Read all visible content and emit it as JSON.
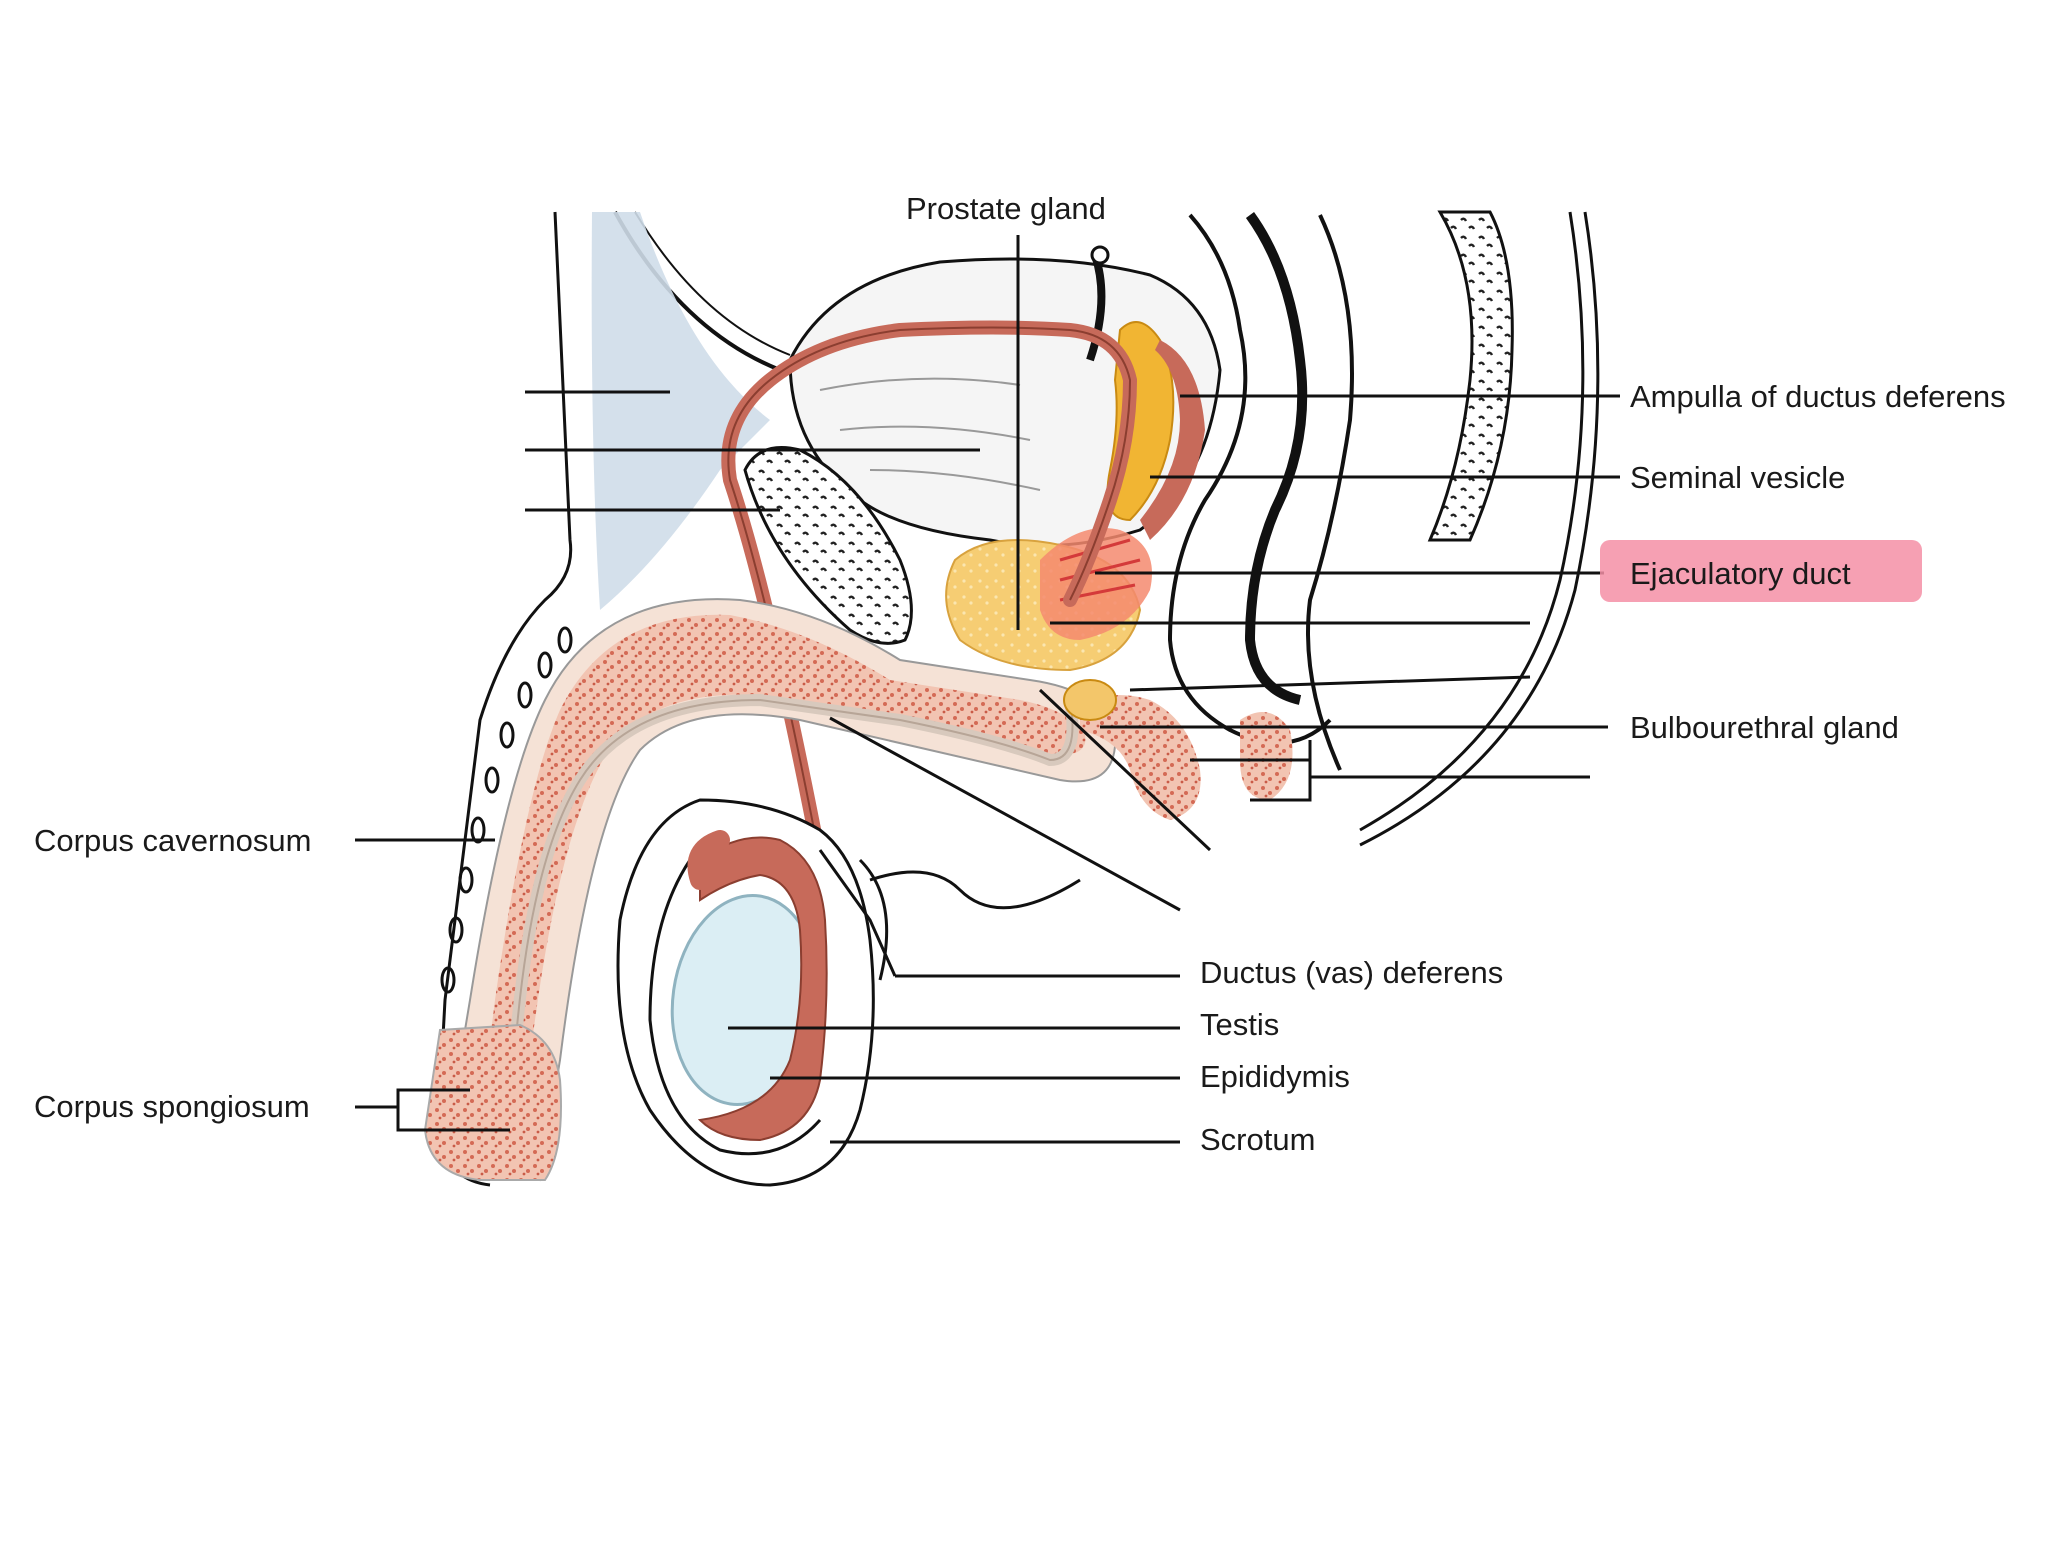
{
  "labels": {
    "prostate_gland": "Prostate gland",
    "ampulla": "Ampulla of ductus deferens",
    "seminal_vesicle": "Seminal vesicle",
    "ejaculatory_duct": "Ejaculatory duct",
    "bulbourethral_gland": "Bulbourethral gland",
    "corpus_cavernosum": "Corpus cavernosum",
    "ductus_deferens": "Ductus (vas) deferens",
    "testis": "Testis",
    "epididymis": "Epididymis",
    "corpus_spongiosum": "Corpus spongiosum",
    "scrotum": "Scrotum"
  },
  "colors": {
    "highlight": "#f58fa6",
    "tissue_pink": "#f2c2ae",
    "tissue_dark": "#d9725e",
    "duct": "#c76a5a",
    "prostate_yellow": "#f3c66a",
    "vesicle_yellow": "#f1b533",
    "bladder_gray": "#f3f3f3",
    "testis_blue": "#dbeef4",
    "ligament_blue": "#cfdde9",
    "bone_dots": "#222222",
    "line": "#111111"
  }
}
